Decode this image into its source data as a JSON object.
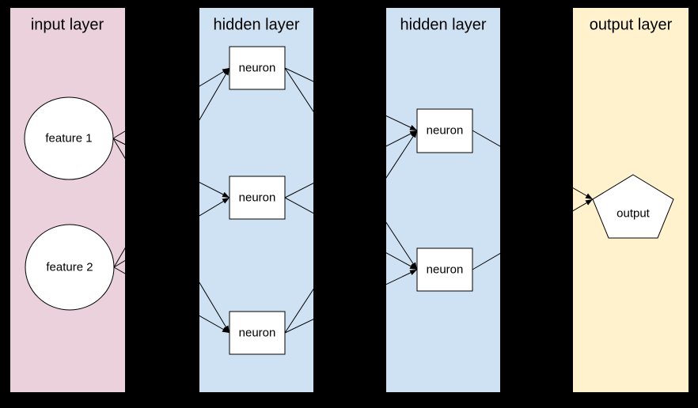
{
  "diagram": {
    "type": "neural-network",
    "layers": {
      "input": {
        "title": "input layer",
        "nodes": [
          {
            "id": "feature1",
            "label": "feature 1",
            "shape": "circle"
          },
          {
            "id": "feature2",
            "label": "feature 2",
            "shape": "circle"
          }
        ]
      },
      "hidden1": {
        "title": "hidden layer",
        "nodes": [
          {
            "id": "h1n1",
            "label": "neuron",
            "shape": "rect"
          },
          {
            "id": "h1n2",
            "label": "neuron",
            "shape": "rect"
          },
          {
            "id": "h1n3",
            "label": "neuron",
            "shape": "rect"
          }
        ]
      },
      "hidden2": {
        "title": "hidden layer",
        "nodes": [
          {
            "id": "h2n1",
            "label": "neuron",
            "shape": "rect"
          },
          {
            "id": "h2n2",
            "label": "neuron",
            "shape": "rect"
          }
        ]
      },
      "output": {
        "title": "output layer",
        "nodes": [
          {
            "id": "output",
            "label": "output",
            "shape": "pentagon"
          }
        ]
      }
    },
    "edges": [
      {
        "from": "feature1",
        "to": "h1n1"
      },
      {
        "from": "feature1",
        "to": "h1n2"
      },
      {
        "from": "feature1",
        "to": "h1n3"
      },
      {
        "from": "feature2",
        "to": "h1n1"
      },
      {
        "from": "feature2",
        "to": "h1n2"
      },
      {
        "from": "feature2",
        "to": "h1n3"
      },
      {
        "from": "h1n1",
        "to": "h2n1"
      },
      {
        "from": "h1n1",
        "to": "h2n2"
      },
      {
        "from": "h1n2",
        "to": "h2n1"
      },
      {
        "from": "h1n2",
        "to": "h2n2"
      },
      {
        "from": "h1n3",
        "to": "h2n1"
      },
      {
        "from": "h1n3",
        "to": "h2n2"
      },
      {
        "from": "h2n1",
        "to": "output"
      },
      {
        "from": "h2n2",
        "to": "output"
      }
    ]
  },
  "colors": {
    "background": "#000000",
    "input_panel": "#ead1dc",
    "hidden_panel": "#cfe2f3",
    "output_panel": "#fff2cc",
    "node_fill": "#ffffff",
    "node_stroke": "#000000",
    "edge_line": "#000000",
    "text": "#000000"
  }
}
